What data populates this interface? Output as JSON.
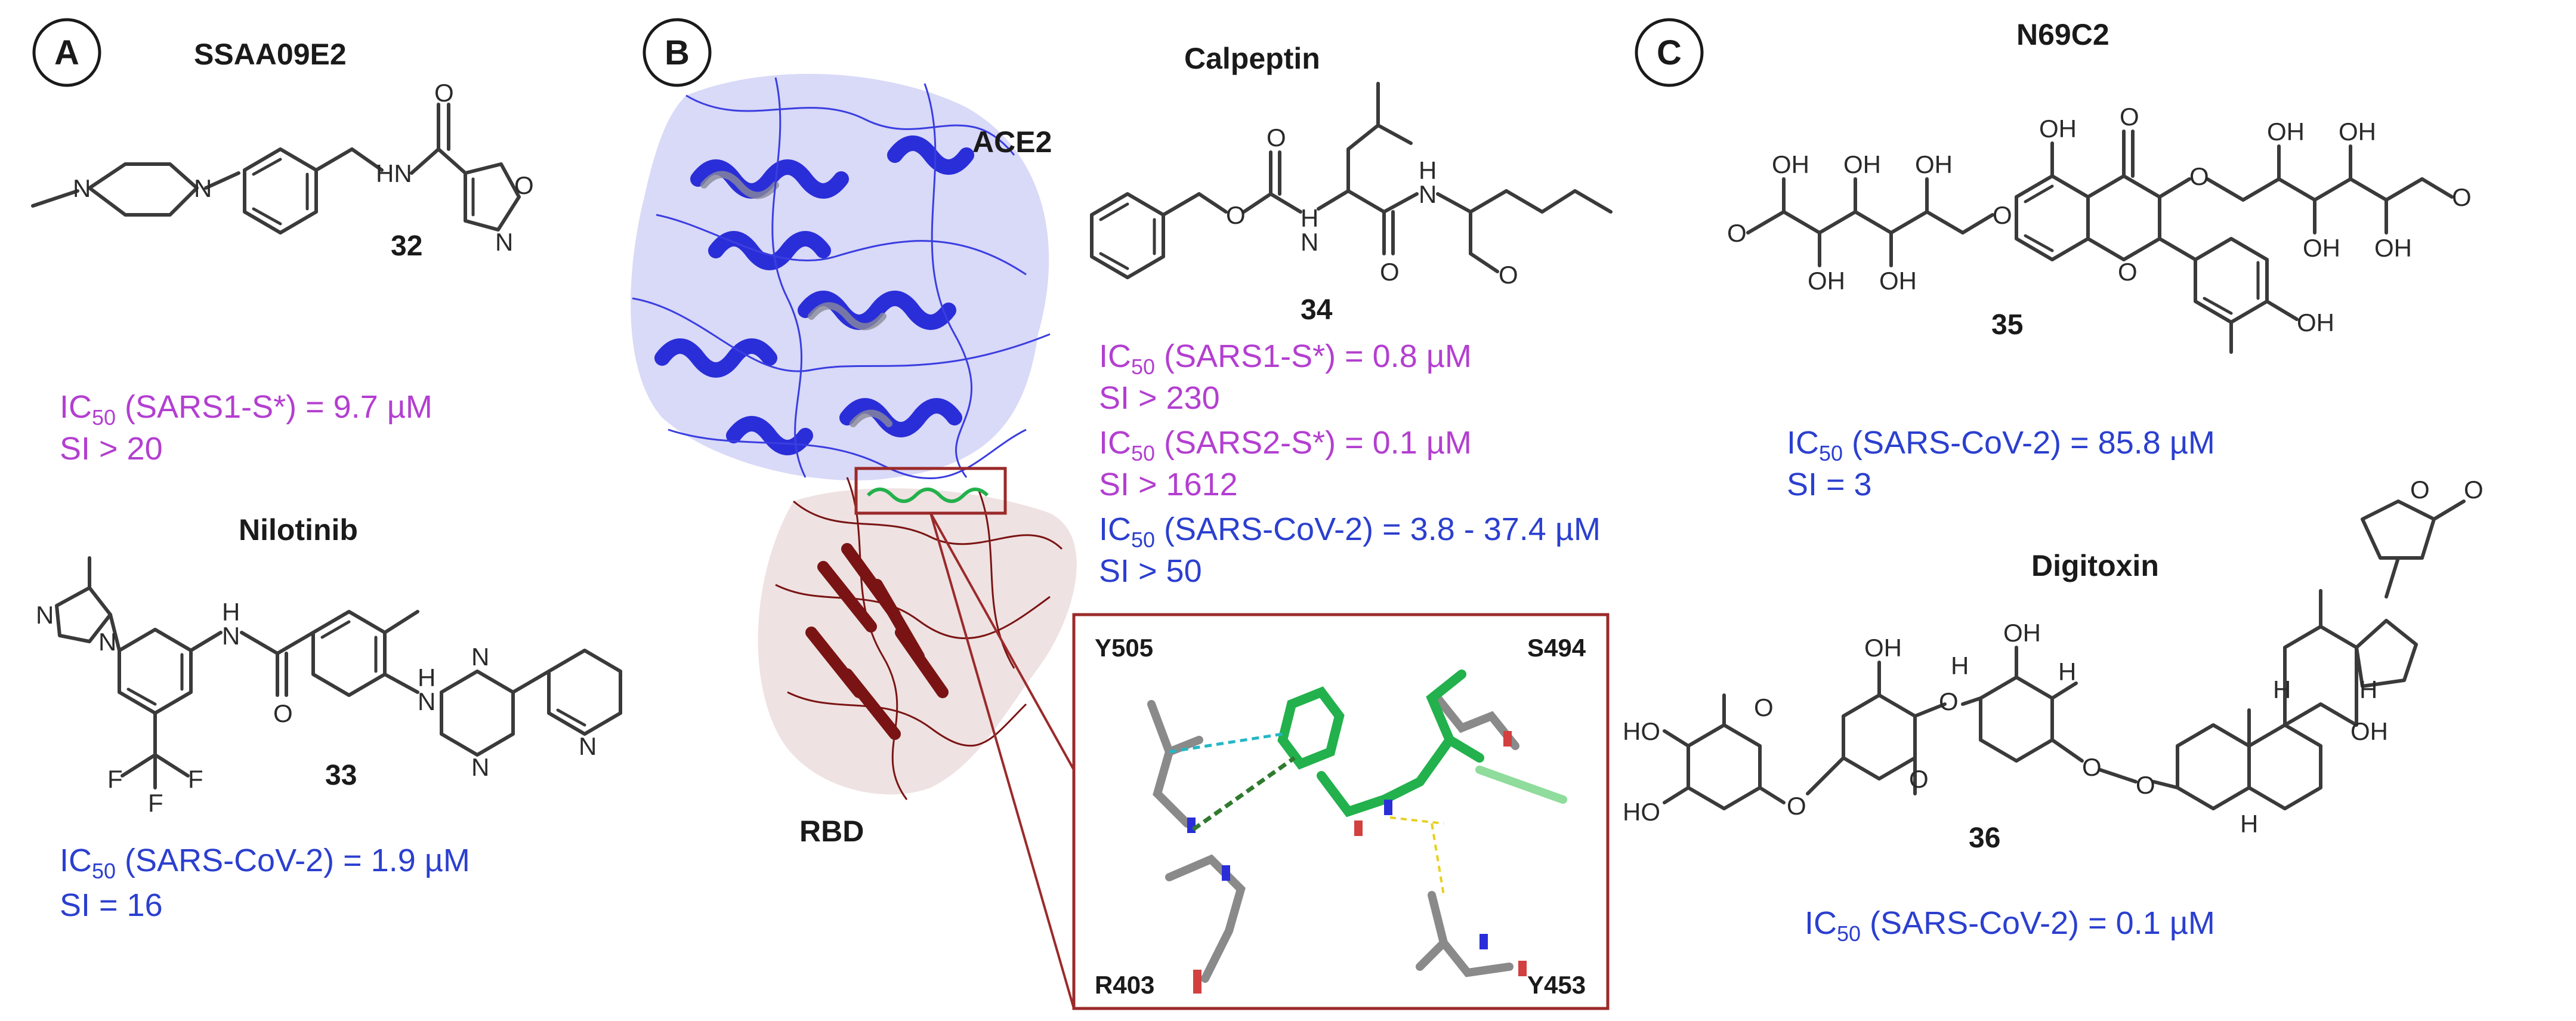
{
  "colors": {
    "magenta": "#b33fd0",
    "blue": "#2b3fcf",
    "ace2_blue": "#2a2ed8",
    "rbd_red": "#7a1414",
    "calpeptin_green": "#22b14c",
    "zoom_box": "#9b2a2a"
  },
  "panels": {
    "a": {
      "letter": "A",
      "cpd32": {
        "name": "SSAA09E2",
        "number": "32",
        "atoms": {
          "n1": "N",
          "n2": "N",
          "hn": "HN",
          "o": "O",
          "o_ring": "O",
          "n_ring": "N"
        },
        "ic50_label": "IC",
        "ic50_sub": "50",
        "ic50_rest": " (SARS1-S*) = 9.7 µM",
        "si": "SI > 20"
      },
      "cpd33": {
        "name": "Nilotinib",
        "number": "33",
        "atoms": {
          "n_im1": "N",
          "n_im2": "N",
          "nh1": "H",
          "nh1n": "N",
          "o": "O",
          "nh2": "H",
          "nh2n": "N",
          "n_py1": "N",
          "n_py2": "N",
          "n_pyr": "N",
          "f1": "F",
          "f2": "F",
          "f3": "F"
        },
        "ic50_label": "IC",
        "ic50_sub": "50",
        "ic50_rest": " (SARS-CoV-2) = 1.9 µM",
        "si": "SI = 16"
      }
    },
    "b": {
      "letter": "B",
      "ace2_label": "ACE2",
      "rbd_label": "RBD",
      "residues": [
        "Y505",
        "S494",
        "R403",
        "Y453"
      ],
      "cpd34": {
        "name": "Calpeptin",
        "number": "34",
        "atoms": {
          "o1": "O",
          "o2": "O",
          "h1": "H",
          "n1": "N",
          "h2": "H",
          "n2": "N",
          "o3": "O",
          "o4": "O"
        },
        "ic50_label": "IC",
        "ic50_sub": "50",
        "line1_rest": " (SARS1-S*) = 0.8 µM",
        "line2": "SI > 230",
        "line3_rest": " (SARS2-S*) = 0.1 µM",
        "line4": "SI > 1612",
        "line5_rest": " (SARS-CoV-2) = 3.8 - 37.4 µM",
        "line6": "SI > 50"
      }
    },
    "c": {
      "letter": "C",
      "cpd35": {
        "name": "N69C2",
        "number": "35",
        "atoms": {
          "oh1": "OH",
          "o_keto": "O",
          "o_ether": "O",
          "o_ring": "O",
          "o_link": "O",
          "o_ald1": "O",
          "o_ald2": "O",
          "oh2": "OH",
          "oh3": "OH",
          "oh4": "OH",
          "oh5": "OH",
          "oh6": "OH",
          "oh7": "OH",
          "oh8": "OH",
          "oh9": "OH",
          "oh10": "OH",
          "oh11": "OH"
        },
        "ic50_label": "IC",
        "ic50_sub": "50",
        "ic50_rest": " (SARS-CoV-2) = 85.8 µM",
        "si": "SI = 3"
      },
      "cpd36": {
        "name": "Digitoxin",
        "number": "36",
        "atoms": {
          "o_lac": "O",
          "o_lac2": "O",
          "ho1": "HO",
          "ho2": "HO",
          "oh1": "OH",
          "oh2": "OH",
          "oh3": "OH",
          "o1": "O",
          "o2": "O",
          "o3": "O",
          "o4": "O",
          "o5": "O",
          "o6": "O",
          "h1": "H",
          "h2": "H",
          "h3": "H",
          "h4": "H",
          "h5": "H"
        },
        "ic50_label": "IC",
        "ic50_sub": "50",
        "ic50_rest": " (SARS-CoV-2) = 0.1 µM"
      }
    }
  }
}
